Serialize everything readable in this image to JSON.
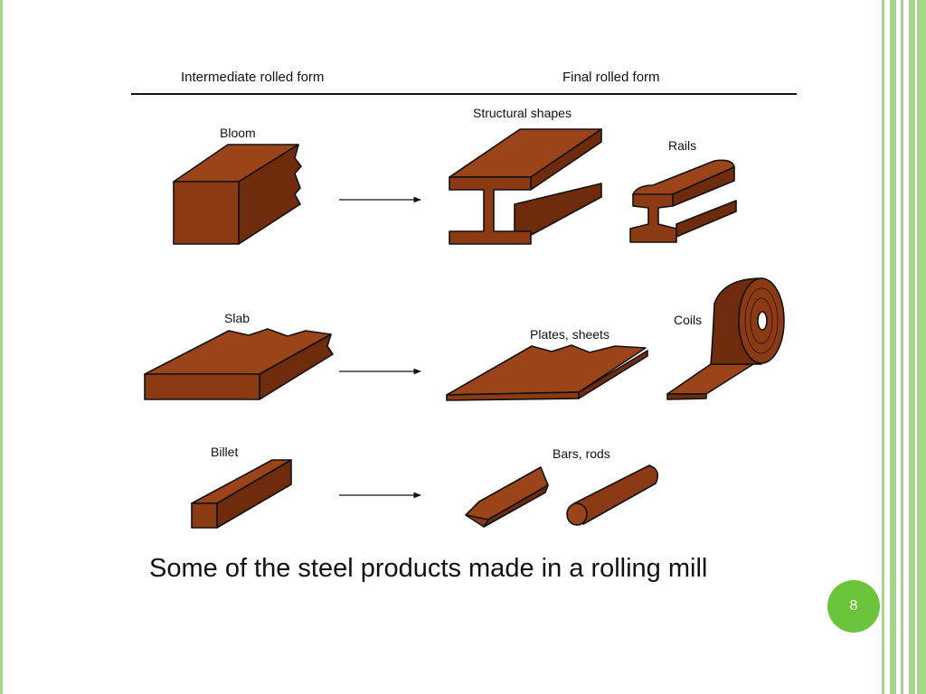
{
  "diagram": {
    "header_left": "Intermediate rolled form",
    "header_right": "Final rolled form",
    "labels": {
      "bloom": "Bloom",
      "structural_shapes": "Structural shapes",
      "rails": "Rails",
      "slab": "Slab",
      "plates_sheets": "Plates, sheets",
      "coils": "Coils",
      "billet": "Billet",
      "bars_rods": "Bars, rods"
    }
  },
  "caption": "Some of the steel products made in a rolling mill",
  "page_number": "8",
  "colors": {
    "steel": "#8b3a14",
    "steel_top": "#9c4419",
    "steel_side": "#6f2c0d",
    "accent_green": "#6bc53b",
    "stripe_green": "#a3d68a"
  }
}
